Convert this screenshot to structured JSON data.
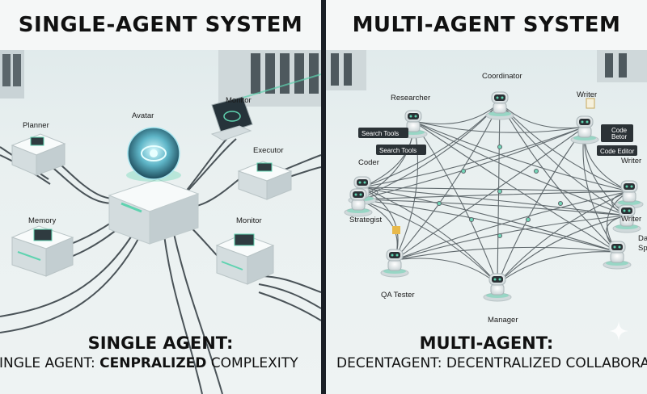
{
  "left": {
    "title": "SINGLE-AGENT SYSTEM",
    "labels": {
      "avatar": "Avatar",
      "planner": "Planner",
      "monitor_top": "Monitor",
      "executor": "Executor",
      "memory": "Memory",
      "monitor_bottom": "Monitor"
    },
    "caption_line1": "SINGLE AGENT:",
    "caption_line2_a": "INGLE AGENT: ",
    "caption_line2_b": "CENPRALIZED",
    "caption_line2_c": " COMPLEXITY"
  },
  "right": {
    "title": "MULTI-AGENT SYSTEM",
    "labels": {
      "coordinator": "Coordinator",
      "researcher": "Researcher",
      "writer_top": "Writer",
      "coder": "Coder",
      "writer_mid": "Writer",
      "writer_low": "Writer",
      "strategist": "Strategist",
      "qa_tester": "QA Tester",
      "manager": "Manager",
      "data_a": "Dat",
      "data_b": "Spe"
    },
    "tags": {
      "search_tools_1": "Search Tools",
      "search_tools_2": "Search Tools",
      "code_editor": "Code Editor",
      "code_screen_1": "Code",
      "code_screen_2": "Betor"
    },
    "caption_line1": "MULTI-AGENT:",
    "caption_line2": "DECENTAGENT: DECENTRALIZED COLLABORAT"
  },
  "colors": {
    "accent": "#5fd3b0",
    "divider": "#1a1f26",
    "cable": "#4a5358"
  },
  "icons": {
    "sparkle": "sparkle-icon"
  }
}
